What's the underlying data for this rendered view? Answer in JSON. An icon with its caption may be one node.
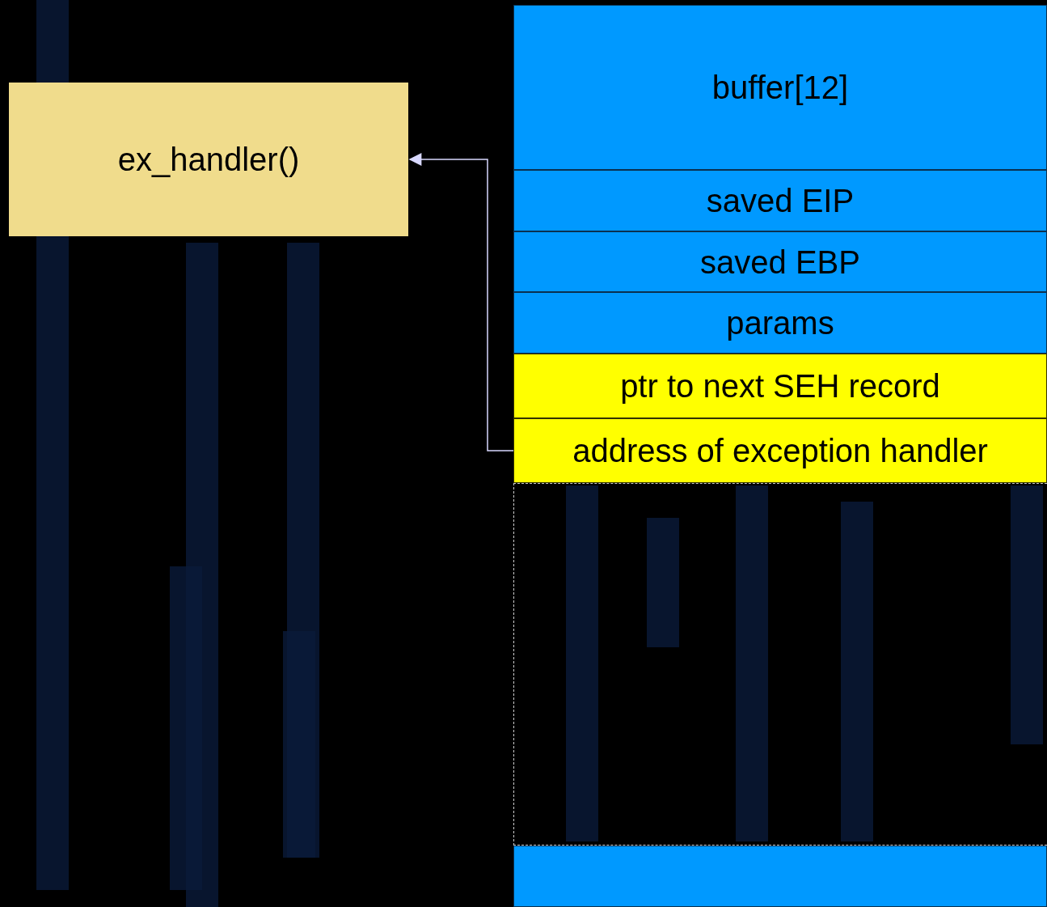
{
  "diagram": {
    "nodes": [
      {
        "text": [
          "ex_handler()"
        ]
      },
      {
        "text": [
          "buffer[12]"
        ]
      },
      {
        "text": [
          "saved EIP"
        ]
      },
      {
        "text": [
          "saved EBP"
        ]
      },
      {
        "text": [
          "params"
        ]
      },
      {
        "text": [
          "ptr to next SEH record"
        ]
      },
      {
        "text": [
          "address of exception handler"
        ]
      },
      {
        "text": [],
        "shape": "box"
      },
      {
        "text": [],
        "shape": "box"
      }
    ],
    "edges": [
      {
        "from": 6,
        "to": 0,
        "arrow": "to"
      }
    ]
  }
}
